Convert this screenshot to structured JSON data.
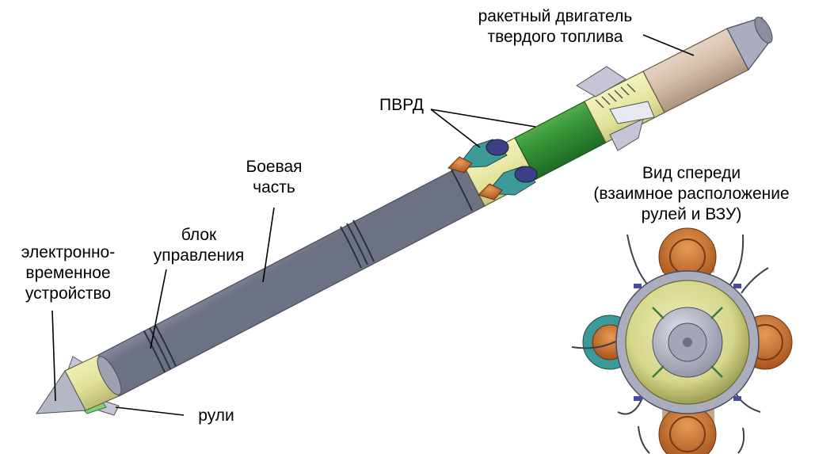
{
  "labels": {
    "motor": "ракетный двигатель\nтвердого топлива",
    "ramjet": "ПВРД",
    "warhead": "Боевая\nчасть",
    "front_view": "Вид спереди\n(взаимное расположение\nрулей и ВЗУ)",
    "control_block": "блок\nуправления",
    "fuze": "электронно-\nвременное\nустройство",
    "fins": "рули"
  },
  "colors": {
    "body_gray": "#a7abbc",
    "ramjet_green": "#3a9a3a",
    "nose_yellow": "#e4e49a",
    "motor_tan": "#d8c2ad",
    "intake_teal": "#3c9a98",
    "intake_copper": "#cc6a2a",
    "fin_lavender": "#c8c4d8"
  }
}
